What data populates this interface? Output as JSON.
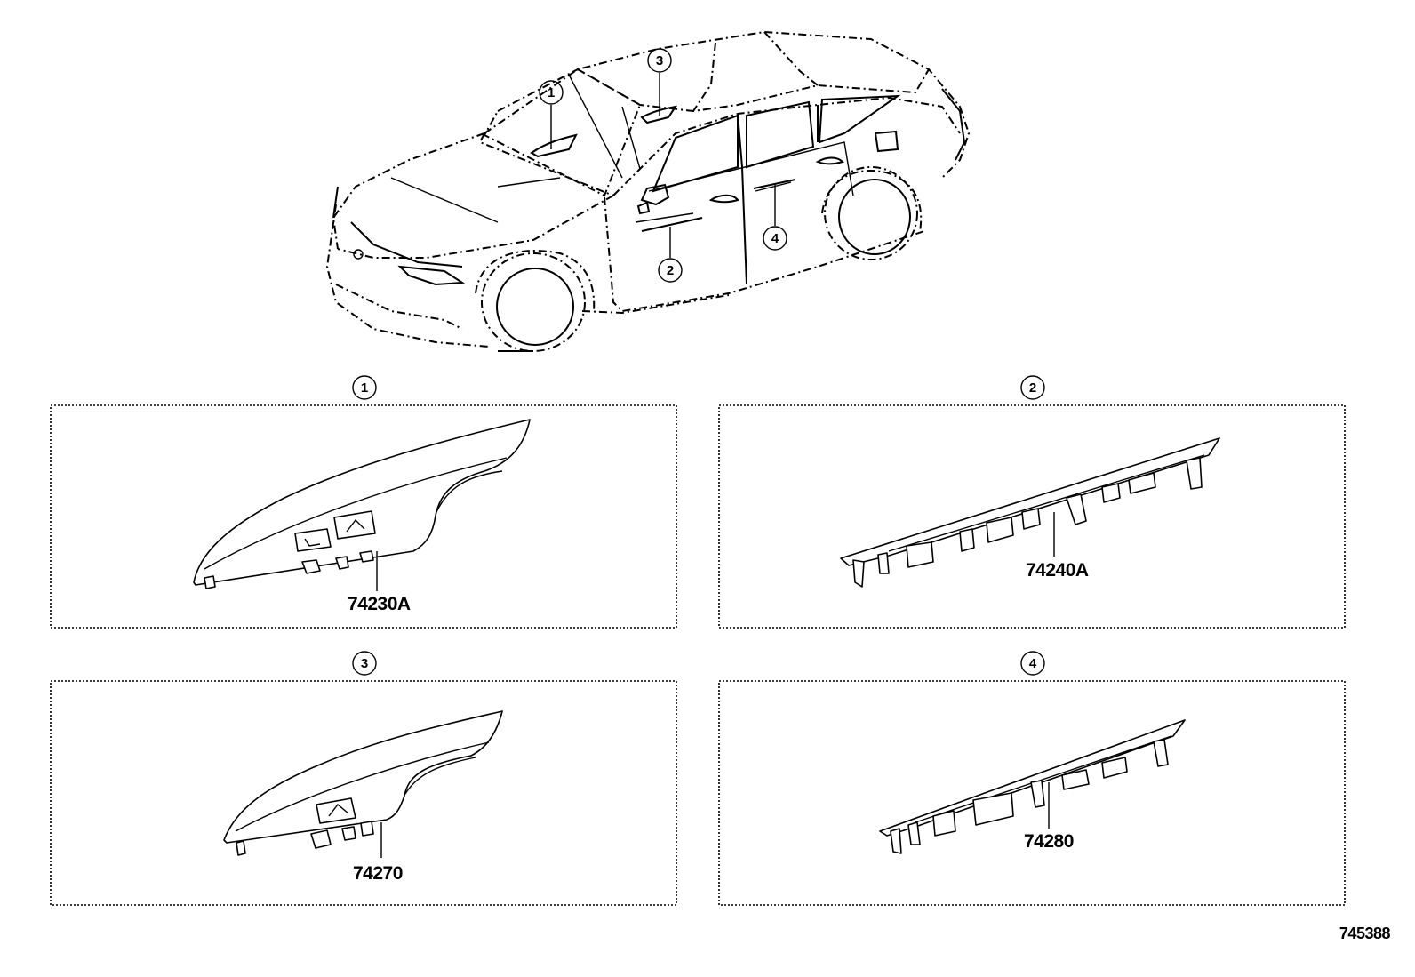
{
  "diagram_id": "745388",
  "callouts": {
    "c1": "1",
    "c2": "2",
    "c3": "3",
    "c4": "4"
  },
  "panels": [
    {
      "callout": "1",
      "part_number": "74230A"
    },
    {
      "callout": "2",
      "part_number": "74240A"
    },
    {
      "callout": "3",
      "part_number": "74270"
    },
    {
      "callout": "4",
      "part_number": "74280"
    }
  ]
}
